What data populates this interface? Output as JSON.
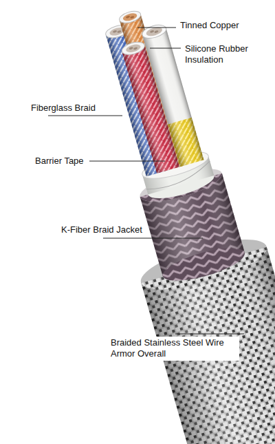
{
  "diagram": {
    "labels": [
      "Tinned Copper",
      "Silicone Rubber Insulation",
      "Fiberglass Braid",
      "Barrier Tape",
      "K-Fiber Braid Jacket",
      "Braided Stainless Steel Wire Armor Overall"
    ]
  }
}
